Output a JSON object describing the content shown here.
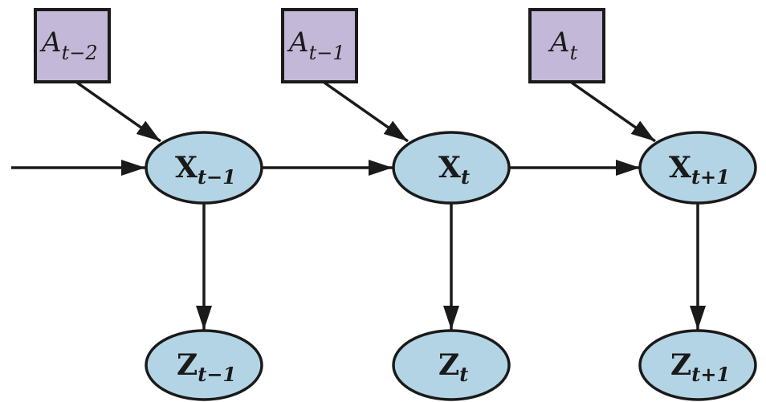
{
  "diagram": {
    "type": "dynamic-bayesian-network",
    "actions": [
      {
        "id": "A_t-2",
        "base": "A",
        "sub": "t−2"
      },
      {
        "id": "A_t-1",
        "base": "A",
        "sub": "t−1"
      },
      {
        "id": "A_t",
        "base": "A",
        "sub": "t"
      }
    ],
    "states": [
      {
        "id": "X_t-1",
        "base": "X",
        "sub": "t−1"
      },
      {
        "id": "X_t",
        "base": "X",
        "sub": "t"
      },
      {
        "id": "X_t+1",
        "base": "X",
        "sub": "t+1"
      }
    ],
    "observations": [
      {
        "id": "Z_t-1",
        "base": "Z",
        "sub": "t−1"
      },
      {
        "id": "Z_t",
        "base": "Z",
        "sub": "t"
      },
      {
        "id": "Z_t+1",
        "base": "Z",
        "sub": "t+1"
      }
    ],
    "edges": [
      {
        "from": "incoming",
        "to": "X_t-1"
      },
      {
        "from": "A_t-2",
        "to": "X_t-1"
      },
      {
        "from": "A_t-1",
        "to": "X_t"
      },
      {
        "from": "A_t",
        "to": "X_t+1"
      },
      {
        "from": "X_t-1",
        "to": "X_t"
      },
      {
        "from": "X_t",
        "to": "X_t+1"
      },
      {
        "from": "X_t-1",
        "to": "Z_t-1"
      },
      {
        "from": "X_t",
        "to": "Z_t"
      },
      {
        "from": "X_t+1",
        "to": "Z_t+1"
      }
    ],
    "colors": {
      "action_fill": "#c4b8d8",
      "node_fill": "#b3d4e4",
      "stroke": "#1a1a1a"
    }
  }
}
